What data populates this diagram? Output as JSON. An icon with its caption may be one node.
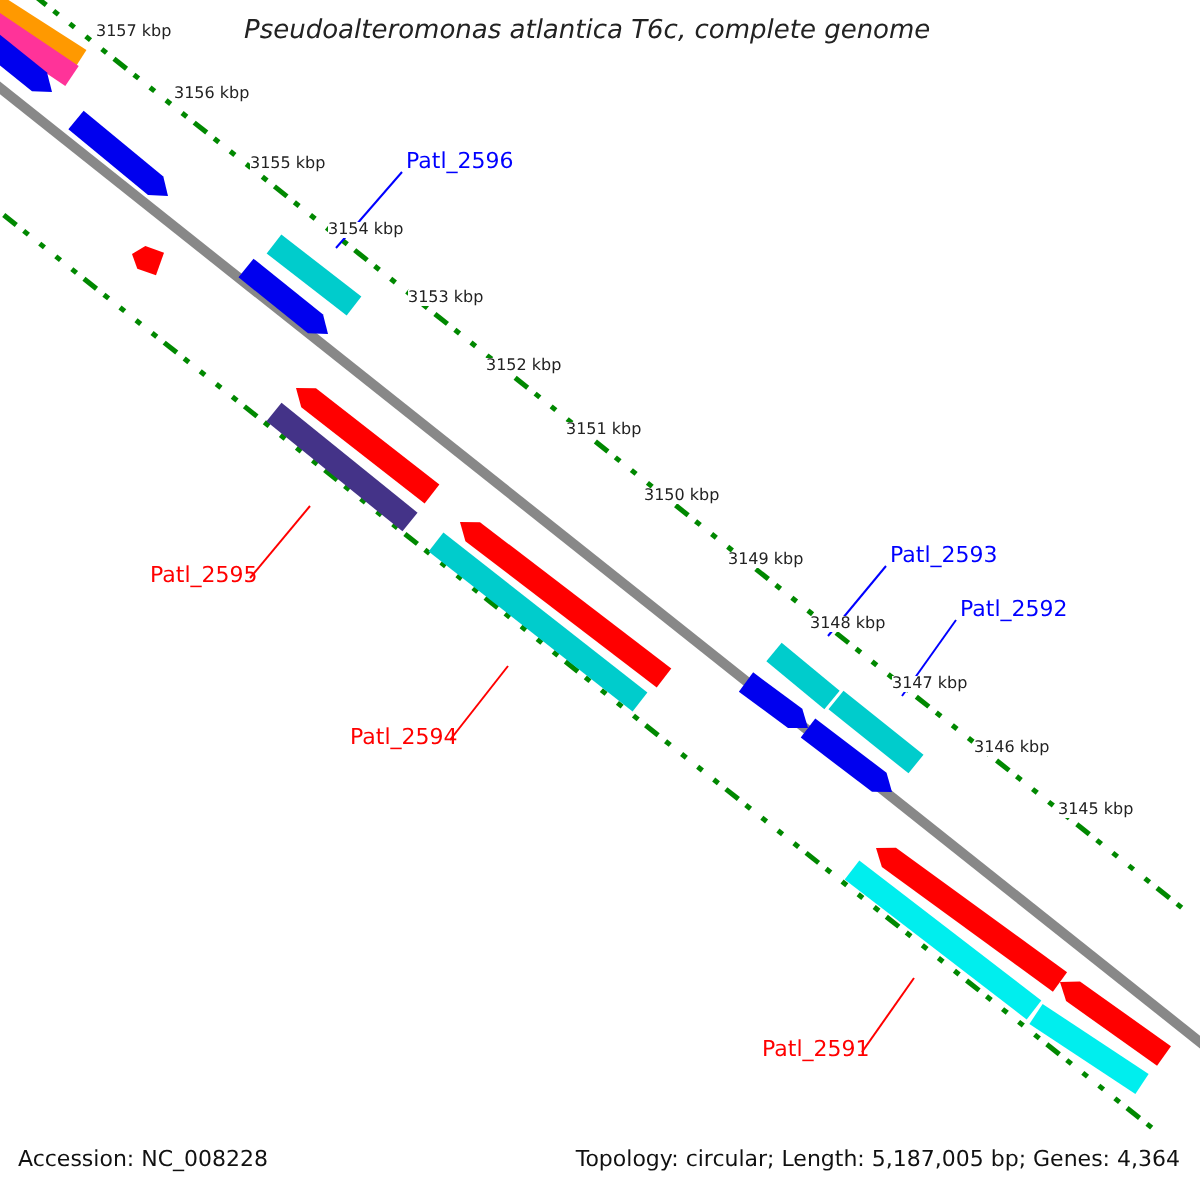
{
  "diagram": {
    "title": "Pseudoalteromonas atlantica T6c, complete genome",
    "nodes": [
      {
        "text": [
          "Patl_2596"
        ]
      },
      {
        "text": [],
        "shape": "bar"
      },
      {
        "text": [
          "Patl_2595"
        ]
      },
      {
        "text": [],
        "shape": "bar"
      },
      {
        "text": [
          "Patl_2594"
        ]
      },
      {
        "text": [],
        "shape": "bar"
      },
      {
        "text": [
          "Patl_2593"
        ]
      },
      {
        "text": [],
        "shape": "bar"
      },
      {
        "text": [
          "Patl_2592"
        ]
      },
      {
        "text": [],
        "shape": "bar"
      },
      {
        "text": [
          "Patl_2591"
        ]
      },
      {
        "text": [],
        "shape": "bar"
      }
    ],
    "edges": [
      {
        "from": 0,
        "to": 1,
        "arrow": "none"
      },
      {
        "from": 2,
        "to": 3,
        "arrow": "none",
        "color": "#ff0000"
      },
      {
        "from": 4,
        "to": 5,
        "arrow": "none",
        "color": "#ff0000"
      },
      {
        "from": 6,
        "to": 7,
        "arrow": "none"
      },
      {
        "from": 8,
        "to": 9,
        "arrow": "none"
      },
      {
        "from": 10,
        "to": 11,
        "arrow": "none",
        "color": "#ff0000"
      }
    ],
    "labels": [
      "3157 kbp",
      "3156 kbp",
      "3155 kbp",
      "3154 kbp",
      "3153 kbp",
      "3152 kbp",
      "3151 kbp",
      "3150 kbp",
      "3149 kbp",
      "3148 kbp",
      "3147 kbp",
      "3146 kbp",
      "3145 kbp",
      "Accession: NC_008228",
      "Topology: circular; Length: 5,187,005 bp; Genes: 4,364"
    ]
  }
}
